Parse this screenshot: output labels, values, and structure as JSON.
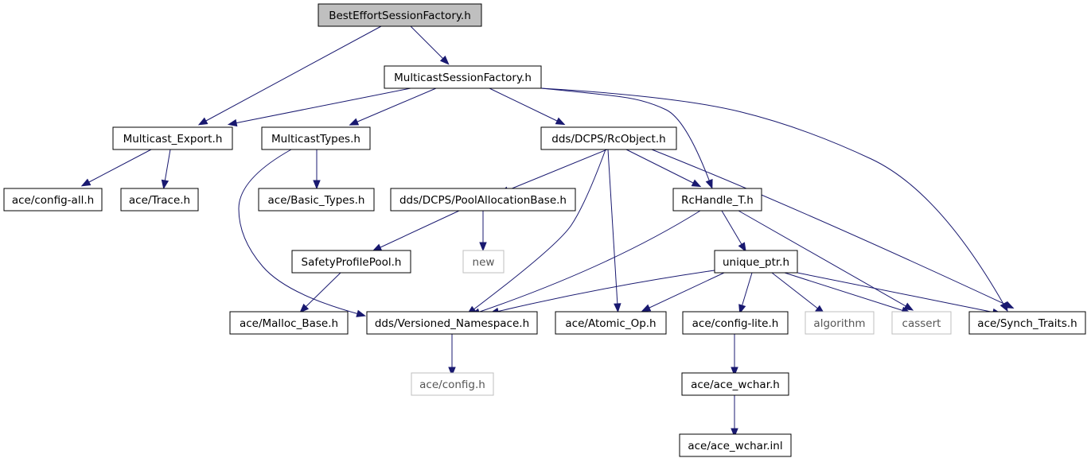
{
  "graph": {
    "nodes": [
      {
        "id": "root",
        "label": "BestEffortSessionFactory.h",
        "kind": "root"
      },
      {
        "id": "msf",
        "label": "MulticastSessionFactory.h",
        "kind": "header"
      },
      {
        "id": "mexp",
        "label": "Multicast_Export.h",
        "kind": "header"
      },
      {
        "id": "mtypes",
        "label": "MulticastTypes.h",
        "kind": "header"
      },
      {
        "id": "rcobj",
        "label": "dds/DCPS/RcObject.h",
        "kind": "header"
      },
      {
        "id": "cfgall",
        "label": "ace/config-all.h",
        "kind": "header"
      },
      {
        "id": "trace",
        "label": "ace/Trace.h",
        "kind": "header"
      },
      {
        "id": "basic",
        "label": "ace/Basic_Types.h",
        "kind": "header"
      },
      {
        "id": "pab",
        "label": "dds/DCPS/PoolAllocationBase.h",
        "kind": "header"
      },
      {
        "id": "rch",
        "label": "RcHandle_T.h",
        "kind": "header"
      },
      {
        "id": "spp",
        "label": "SafetyProfilePool.h",
        "kind": "header"
      },
      {
        "id": "new",
        "label": "new",
        "kind": "external"
      },
      {
        "id": "uptr",
        "label": "unique_ptr.h",
        "kind": "header"
      },
      {
        "id": "malloc",
        "label": "ace/Malloc_Base.h",
        "kind": "header"
      },
      {
        "id": "vns",
        "label": "dds/Versioned_Namespace.h",
        "kind": "header"
      },
      {
        "id": "atomic",
        "label": "ace/Atomic_Op.h",
        "kind": "header"
      },
      {
        "id": "cfglite",
        "label": "ace/config-lite.h",
        "kind": "header"
      },
      {
        "id": "algo",
        "label": "algorithm",
        "kind": "external"
      },
      {
        "id": "cassert",
        "label": "cassert",
        "kind": "external"
      },
      {
        "id": "synch",
        "label": "ace/Synch_Traits.h",
        "kind": "header"
      },
      {
        "id": "config",
        "label": "ace/config.h",
        "kind": "external"
      },
      {
        "id": "wchar",
        "label": "ace/ace_wchar.h",
        "kind": "header"
      },
      {
        "id": "wcharinl",
        "label": "ace/ace_wchar.inl",
        "kind": "header"
      }
    ],
    "edges": [
      {
        "from": "root",
        "to": "msf"
      },
      {
        "from": "root",
        "to": "mexp"
      },
      {
        "from": "msf",
        "to": "mexp"
      },
      {
        "from": "msf",
        "to": "mtypes"
      },
      {
        "from": "msf",
        "to": "rcobj"
      },
      {
        "from": "msf",
        "to": "rch"
      },
      {
        "from": "msf",
        "to": "synch"
      },
      {
        "from": "mexp",
        "to": "cfgall"
      },
      {
        "from": "mexp",
        "to": "trace"
      },
      {
        "from": "mtypes",
        "to": "basic"
      },
      {
        "from": "mtypes",
        "to": "vns"
      },
      {
        "from": "rcobj",
        "to": "pab"
      },
      {
        "from": "rcobj",
        "to": "rch"
      },
      {
        "from": "rcobj",
        "to": "vns"
      },
      {
        "from": "rcobj",
        "to": "atomic"
      },
      {
        "from": "rcobj",
        "to": "synch"
      },
      {
        "from": "pab",
        "to": "spp"
      },
      {
        "from": "pab",
        "to": "new"
      },
      {
        "from": "spp",
        "to": "malloc"
      },
      {
        "from": "rch",
        "to": "uptr"
      },
      {
        "from": "rch",
        "to": "vns"
      },
      {
        "from": "rch",
        "to": "cassert"
      },
      {
        "from": "uptr",
        "to": "vns"
      },
      {
        "from": "uptr",
        "to": "atomic"
      },
      {
        "from": "uptr",
        "to": "cfglite"
      },
      {
        "from": "uptr",
        "to": "algo"
      },
      {
        "from": "uptr",
        "to": "cassert"
      },
      {
        "from": "uptr",
        "to": "synch"
      },
      {
        "from": "vns",
        "to": "config"
      },
      {
        "from": "cfglite",
        "to": "wchar"
      },
      {
        "from": "wchar",
        "to": "wcharinl"
      }
    ]
  },
  "colors": {
    "edge": "#191970",
    "root_fill": "#bfbfbf",
    "external_border": "#bfbfbf",
    "node_border": "#000000"
  }
}
